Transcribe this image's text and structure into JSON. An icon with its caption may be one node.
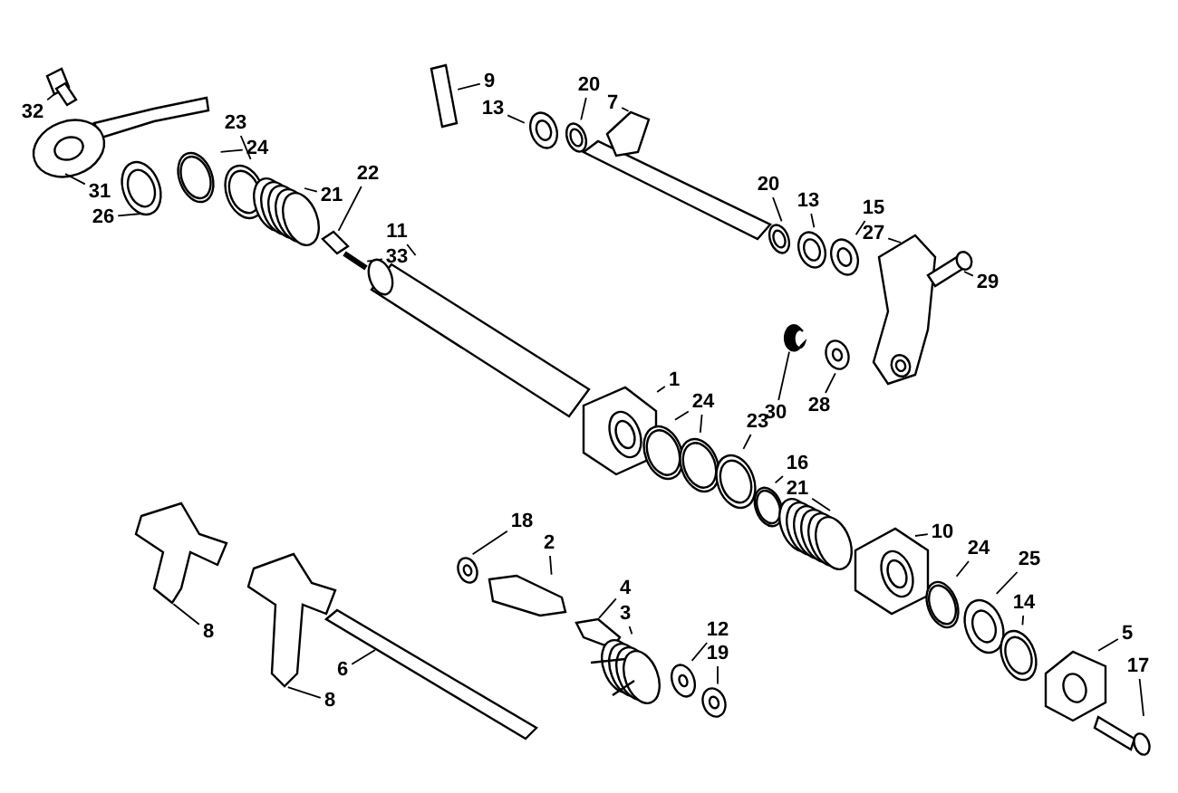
{
  "diagram": {
    "nodes": [
      {
        "text": [
          "32"
        ]
      },
      {
        "text": [
          "9"
        ]
      },
      {
        "text": [
          "20"
        ]
      },
      {
        "text": [
          "7"
        ]
      },
      {
        "text": [
          "13"
        ]
      },
      {
        "text": [
          "23"
        ]
      },
      {
        "text": [
          "24"
        ]
      },
      {
        "text": [
          "31"
        ]
      },
      {
        "text": [
          "26"
        ]
      },
      {
        "text": [
          "22"
        ]
      },
      {
        "text": [
          "21"
        ]
      },
      {
        "text": [
          "20"
        ]
      },
      {
        "text": [
          "15"
        ]
      },
      {
        "text": [
          "13"
        ]
      },
      {
        "text": [
          "27"
        ]
      },
      {
        "text": [
          "11"
        ]
      },
      {
        "text": [
          "33"
        ]
      },
      {
        "text": [
          "29"
        ]
      },
      {
        "text": [
          "28"
        ]
      },
      {
        "text": [
          "1"
        ]
      },
      {
        "text": [
          "30"
        ]
      },
      {
        "text": [
          "24"
        ]
      },
      {
        "text": [
          "23"
        ]
      },
      {
        "text": [
          "16"
        ]
      },
      {
        "text": [
          "21"
        ]
      },
      {
        "text": [
          "18"
        ]
      },
      {
        "text": [
          "10"
        ]
      },
      {
        "text": [
          "24"
        ]
      },
      {
        "text": [
          "2"
        ]
      },
      {
        "text": [
          "25"
        ]
      },
      {
        "text": [
          "4"
        ]
      },
      {
        "text": [
          "14"
        ]
      },
      {
        "text": [
          "3"
        ]
      },
      {
        "text": [
          "12"
        ]
      },
      {
        "text": [
          "8"
        ]
      },
      {
        "text": [
          "19"
        ]
      },
      {
        "text": [
          "5"
        ]
      },
      {
        "text": [
          "6"
        ]
      },
      {
        "text": [
          "17"
        ]
      },
      {
        "text": [
          "8"
        ]
      },
      {
        "text": [],
        "shape": "picture"
      },
      {
        "text": [],
        "shape": "picture"
      },
      {
        "text": [],
        "shape": "picture"
      },
      {
        "text": [],
        "shape": "picture"
      },
      {
        "text": [],
        "shape": "picture"
      },
      {
        "text": [],
        "shape": "picture"
      },
      {
        "text": [],
        "shape": "picture"
      },
      {
        "text": [],
        "shape": "picture"
      },
      {
        "text": [],
        "shape": "picture"
      },
      {
        "text": [],
        "shape": "picture"
      },
      {
        "text": [],
        "shape": "picture"
      },
      {
        "text": [],
        "shape": "picture"
      },
      {
        "text": [],
        "shape": "picture"
      },
      {
        "text": [],
        "shape": "picture"
      },
      {
        "text": [],
        "shape": "picture"
      },
      {
        "text": [],
        "shape": "picture"
      },
      {
        "text": [],
        "shape": "picture"
      },
      {
        "text": [],
        "shape": "picture"
      },
      {
        "text": [],
        "shape": "picture"
      },
      {
        "text": [],
        "shape": "picture"
      },
      {
        "text": [],
        "shape": "picture"
      },
      {
        "text": [],
        "shape": "picture"
      },
      {
        "text": [],
        "shape": "picture"
      },
      {
        "text": [],
        "shape": "picture"
      },
      {
        "text": [],
        "shape": "picture"
      },
      {
        "text": [],
        "shape": "picture"
      },
      {
        "text": [],
        "shape": "picture"
      },
      {
        "text": [],
        "shape": "picture"
      },
      {
        "text": [],
        "shape": "picture"
      },
      {
        "text": [],
        "shape": "picture"
      },
      {
        "text": [],
        "shape": "picture"
      },
      {
        "text": [],
        "shape": "picture"
      },
      {
        "text": [],
        "shape": "picture"
      },
      {
        "text": [],
        "shape": "picture"
      },
      {
        "text": [],
        "shape": "picture"
      },
      {
        "text": [],
        "shape": "picture"
      },
      {
        "text": [],
        "shape": "picture"
      },
      {
        "text": [],
        "shape": "picture"
      },
      {
        "text": [],
        "shape": "picture"
      },
      {
        "text": [],
        "shape": "picture"
      },
      {
        "text": [],
        "shape": "picture"
      }
    ],
    "edges": [
      {
        "from": 0,
        "to": 40,
        "arrow": "none"
      },
      {
        "from": 1,
        "to": 41,
        "arrow": "none"
      },
      {
        "from": 2,
        "to": 42,
        "arrow": "none"
      },
      {
        "from": 3,
        "to": 43,
        "arrow": "none"
      },
      {
        "from": 4,
        "to": 44,
        "arrow": "none"
      },
      {
        "from": 5,
        "to": 45,
        "arrow": "none"
      },
      {
        "from": 6,
        "to": 46,
        "arrow": "none"
      },
      {
        "from": 7,
        "to": 47,
        "arrow": "none"
      },
      {
        "from": 8,
        "to": 48,
        "arrow": "none"
      },
      {
        "from": 9,
        "to": 49,
        "arrow": "none"
      },
      {
        "from": 10,
        "to": 50,
        "arrow": "none"
      },
      {
        "from": 11,
        "to": 51,
        "arrow": "none"
      },
      {
        "from": 12,
        "to": 52,
        "arrow": "none"
      },
      {
        "from": 13,
        "to": 53,
        "arrow": "none"
      },
      {
        "from": 14,
        "to": 54,
        "arrow": "none"
      },
      {
        "from": 15,
        "to": 55,
        "arrow": "none"
      },
      {
        "from": 16,
        "to": 56,
        "arrow": "none"
      },
      {
        "from": 17,
        "to": 57,
        "arrow": "none"
      },
      {
        "from": 18,
        "to": 58,
        "arrow": "none"
      },
      {
        "from": 19,
        "to": 59,
        "arrow": "none"
      },
      {
        "from": 20,
        "to": 60,
        "arrow": "none"
      },
      {
        "from": 21,
        "to": 61,
        "arrow": "none"
      },
      {
        "from": 21,
        "to": 62,
        "arrow": "none"
      },
      {
        "from": 22,
        "to": 63,
        "arrow": "none"
      },
      {
        "from": 23,
        "to": 64,
        "arrow": "none"
      },
      {
        "from": 24,
        "to": 65,
        "arrow": "none"
      },
      {
        "from": 25,
        "to": 66,
        "arrow": "none"
      },
      {
        "from": 26,
        "to": 67,
        "arrow": "none"
      },
      {
        "from": 27,
        "to": 68,
        "arrow": "none"
      },
      {
        "from": 28,
        "to": 69,
        "arrow": "none"
      },
      {
        "from": 29,
        "to": 70,
        "arrow": "none"
      },
      {
        "from": 30,
        "to": 71,
        "arrow": "none"
      },
      {
        "from": 31,
        "to": 72,
        "arrow": "none"
      },
      {
        "from": 32,
        "to": 73,
        "arrow": "none"
      },
      {
        "from": 33,
        "to": 74,
        "arrow": "none"
      },
      {
        "from": 34,
        "to": 75,
        "arrow": "none"
      },
      {
        "from": 35,
        "to": 76,
        "arrow": "none"
      },
      {
        "from": 36,
        "to": 77,
        "arrow": "none"
      },
      {
        "from": 37,
        "to": 78,
        "arrow": "none"
      },
      {
        "from": 38,
        "to": 79,
        "arrow": "none"
      },
      {
        "from": 39,
        "to": 80,
        "arrow": "none"
      }
    ]
  }
}
